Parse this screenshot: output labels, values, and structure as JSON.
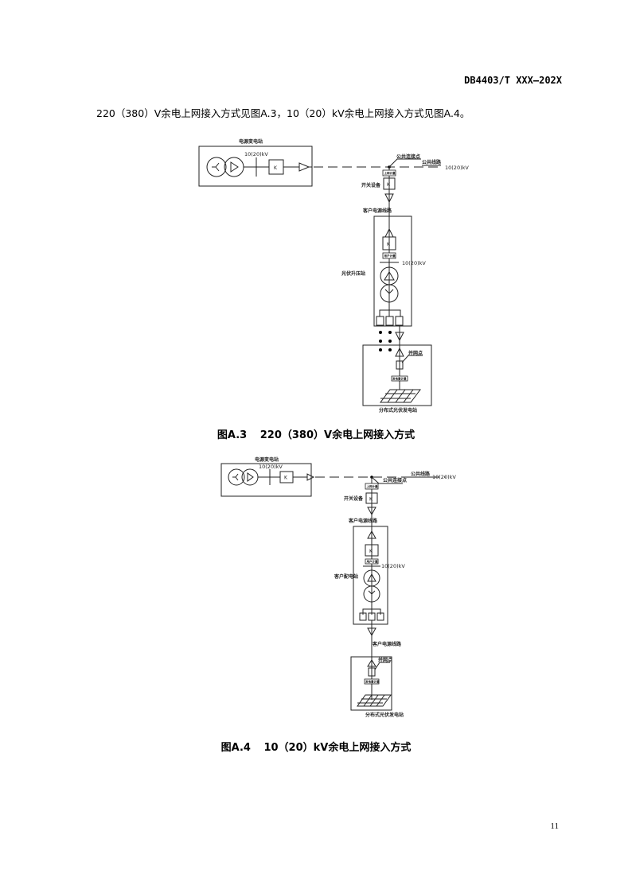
{
  "header": {
    "doc_number": "DB4403/T XXX—202X"
  },
  "body_text": "220（380）V余电上网接入方式见图A.3，10（20）kV余电上网接入方式见图A.4。",
  "figure_a3": {
    "source_station": "电源变电站",
    "voltage": "10(20)kV",
    "switch_k": "K",
    "pcc": "公共连接点",
    "public_line": "公共线路",
    "line_voltage": "10(20)kV",
    "grid_meter": "上网计量",
    "switch_equipment": "开关设备",
    "customer_line": "客户电源线路",
    "user_meter": "用户计量",
    "station_voltage": "10(20)kV",
    "step_up_station": "光伏升压站",
    "grid_point": "并网点",
    "gen_meter": "发电量计量",
    "pv_station": "分布式光伏发电站",
    "caption_label": "图A.3",
    "caption_title": "220（380）V余电上网接入方式"
  },
  "figure_a4": {
    "source_station": "电源变电站",
    "voltage": "10(20)kV",
    "switch_k": "K",
    "pcc": "公共连接点",
    "public_line": "公共线路",
    "line_voltage": "10(20)kV",
    "grid_meter": "上网计量",
    "switch_equipment": "开关设备",
    "customer_line": "客户电源线路",
    "user_meter": "用户计量",
    "station_voltage": "10(20)kV",
    "distribution_station": "客户配电站",
    "customer_line_2": "客户电源线路",
    "grid_point": "并网点",
    "gen_meter": "发电量计量",
    "pv_station": "分布式光伏发电站",
    "caption_label": "图A.4",
    "caption_title": "10（20）kV余电上网接入方式"
  },
  "footer": {
    "page_number": "11"
  }
}
